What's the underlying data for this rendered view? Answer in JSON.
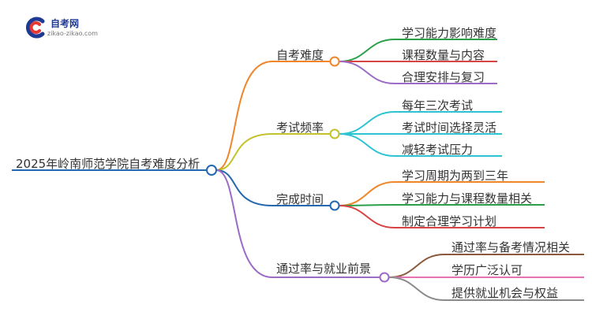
{
  "logo": {
    "title": "自考网",
    "subtitle": "zikao-zikao.com"
  },
  "root": {
    "label": "2025年岭南师范学院自考难度分析"
  },
  "branches": [
    {
      "label": "自考难度",
      "color": "#f0862a",
      "children": [
        {
          "label": "学习能力影响难度",
          "color": "#2ba04a"
        },
        {
          "label": "课程数量与内容",
          "color": "#d94343"
        },
        {
          "label": "合理安排与复习",
          "color": "#9b6bc5"
        }
      ]
    },
    {
      "label": "考试频率",
      "color": "#c2c22a",
      "children": [
        {
          "label": "每年三次考试",
          "color": "#2cc3d2"
        },
        {
          "label": "考试时间选择灵活",
          "color": "#2cc3d2"
        },
        {
          "label": "减轻考试压力",
          "color": "#2cc3d2"
        }
      ]
    },
    {
      "label": "完成时间",
      "color": "#2468b0",
      "children": [
        {
          "label": "学习周期为两到三年",
          "color": "#f0862a"
        },
        {
          "label": "学习能力与课程数量相关",
          "color": "#2ba04a"
        },
        {
          "label": "制定合理学习计划",
          "color": "#d94343"
        }
      ]
    },
    {
      "label": "通过率与就业前景",
      "color": "#9b6bc5",
      "children": [
        {
          "label": "通过率与备考情况相关",
          "color": "#8b5a3c"
        },
        {
          "label": "学历广泛认可",
          "color": "#e672b5"
        },
        {
          "label": "提供就业机会与权益",
          "color": "#8a8a8a"
        }
      ]
    }
  ]
}
